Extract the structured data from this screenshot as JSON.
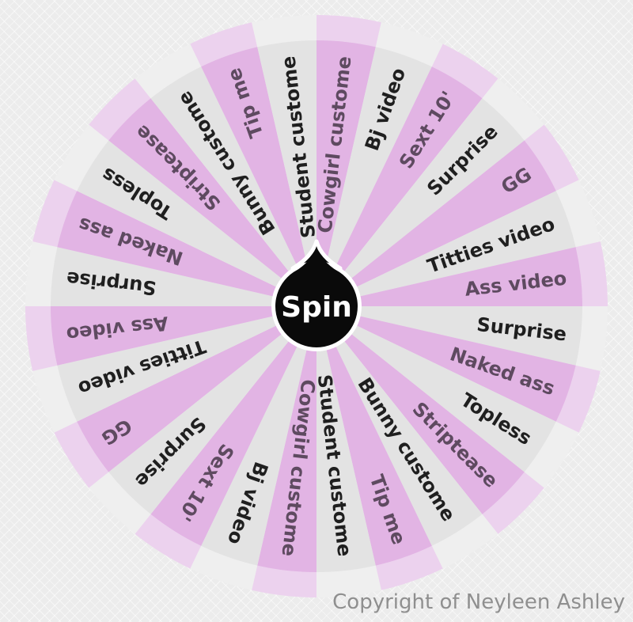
{
  "wheel": {
    "segments": [
      "Cowgirl custome",
      "Bj video",
      "Sext 10'",
      "Surprise",
      "GG",
      "Titties video",
      "Ass video",
      "Surprise",
      "Naked ass",
      "Topless",
      "Striptease",
      "Bunny custome",
      "Tip me",
      "Student custome",
      "Cowgirl custome",
      "Bj video",
      "Sext 10'",
      "Surprise",
      "GG",
      "Titties video",
      "Ass video",
      "Surprise",
      "Naked ass",
      "Topless",
      "Striptease",
      "Bunny custome",
      "Tip me",
      "Student custome"
    ],
    "colors": {
      "segment_pink": "#e2b4e4",
      "segment_gray": "#e3e3e3",
      "rim_pink": "#ecd2ee",
      "rim_gray": "#efefef",
      "text_dark": "#1f1f1f",
      "text_pink": "#5e4a60",
      "hub": "#0a0a0a"
    }
  },
  "spin_button": {
    "label": "Spin"
  },
  "footer": {
    "copyright": "Copyright of Neyleen Ashley"
  }
}
